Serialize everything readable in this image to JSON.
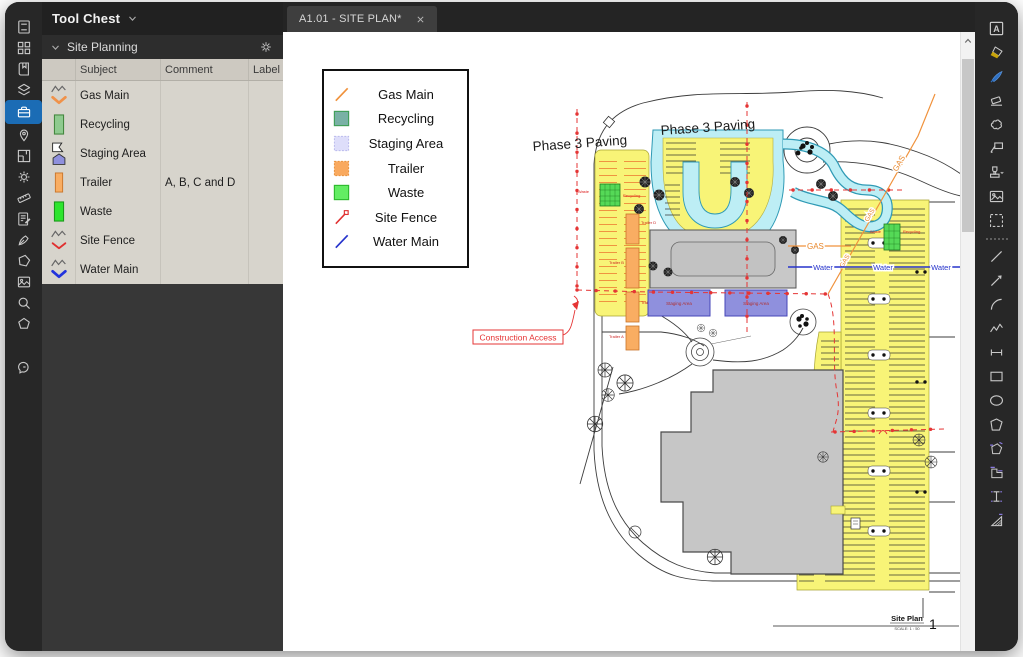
{
  "left_panel": {
    "title": "Tool Chest",
    "section": {
      "name": "Site Planning"
    },
    "table": {
      "columns": [
        "Subject",
        "Comment",
        "Label"
      ],
      "rows": [
        {
          "icon": "tool-gas-main",
          "subject": "Gas Main",
          "comment": "",
          "label": ""
        },
        {
          "icon": "tool-recycling",
          "subject": "Recycling",
          "comment": "",
          "label": ""
        },
        {
          "icon": "tool-staging-area",
          "subject": "Staging Area",
          "comment": "",
          "label": ""
        },
        {
          "icon": "tool-trailer",
          "subject": "Trailer",
          "comment": "A, B, C and D",
          "label": ""
        },
        {
          "icon": "tool-waste",
          "subject": "Waste",
          "comment": "",
          "label": ""
        },
        {
          "icon": "tool-site-fence",
          "subject": "Site Fence",
          "comment": "",
          "label": ""
        },
        {
          "icon": "tool-water-main",
          "subject": "Water Main",
          "comment": "",
          "label": ""
        }
      ]
    }
  },
  "left_toolbar": [
    "panel-document-icon",
    "thumbnails-icon",
    "bookmarks-icon",
    "layers-icon",
    "tool-chest-icon",
    "places-icon",
    "spaces-icon",
    "gear-icon",
    "ruler-icon",
    "markups-list-icon",
    "signature-icon",
    "flag-icon",
    "media-icon",
    "search-icon",
    "form-icon",
    "studio-icon"
  ],
  "left_toolbar_active": "tool-chest-icon",
  "tabs": [
    {
      "label": "A1.01 - SITE PLAN*",
      "active": true
    }
  ],
  "right_toolbar": [
    "text-box-icon",
    "highlighter-icon",
    "pen-icon",
    "eraser-icon",
    "cloud-icon",
    "callout-icon",
    "stamp-icon",
    "image-icon",
    "snapshot-icon",
    "divider",
    "line-icon",
    "arrow-icon",
    "arc-icon",
    "polyline-icon",
    "dimension-icon",
    "rectangle-icon",
    "ellipse-icon",
    "polygon-icon",
    "measure-area-icon",
    "measure-cutout-icon",
    "measure-length-icon",
    "measure-hatch-icon"
  ],
  "document": {
    "legend": [
      {
        "icon": "legend-gas",
        "label": "Gas Main"
      },
      {
        "icon": "legend-recycling",
        "label": "Recycling"
      },
      {
        "icon": "legend-staging",
        "label": "Staging Area"
      },
      {
        "icon": "legend-trailer",
        "label": "Trailer"
      },
      {
        "icon": "legend-waste",
        "label": "Waste"
      },
      {
        "icon": "legend-fence",
        "label": "Site Fence"
      },
      {
        "icon": "legend-water",
        "label": "Water Main"
      }
    ],
    "plan": {
      "phase3_left": "Phase 3 Paving",
      "phase3_center": "Phase 3 Paving",
      "construction_access": "Construction Access",
      "gas": "GAS",
      "water": "Water",
      "staging_area": "Staging Area",
      "waste": "Waste",
      "recycling": "Recycling",
      "trailer_a": "Trailer A",
      "trailer_b": "Trailer B",
      "trailer_c": "Trailer C",
      "trailer_d": "Trailer D",
      "titleblock": {
        "title": "Site Plan",
        "scale": "SCALE: 1 : 50",
        "number": "1"
      }
    },
    "colors": {
      "paving": "#f8f477",
      "water_feature": "#bdeef5",
      "fence": "#e53535",
      "gas_line": "#f0923c",
      "water_line": "#2633cc",
      "staging": "#8f90dd",
      "trailer": "#f9ad62",
      "waste": "#2ee52e",
      "building": "#c8c8c8",
      "accent_active": "#1b6cb5"
    }
  }
}
